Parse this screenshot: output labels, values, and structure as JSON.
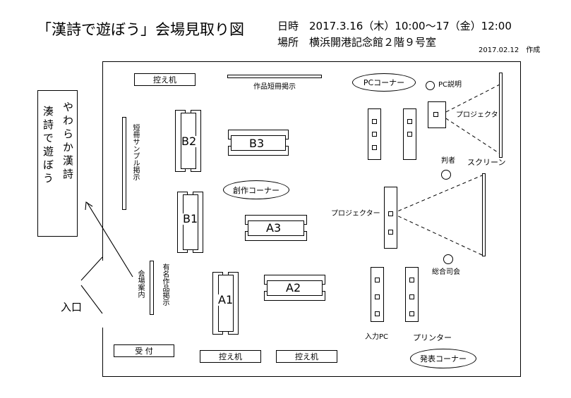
{
  "header": {
    "title": "「漢詩で遊ぼう」会場見取り図",
    "date_label": "日時",
    "date_value": "2017.3.16（木）10:00～17（金）12:00",
    "place_label": "場所",
    "place_value": "横浜開港記念館２階９号室",
    "created": "2017.02.12　作成"
  },
  "sign": {
    "line1": "やわらか漢詩",
    "line2": "湊詩で遊ぼう"
  },
  "labels": {
    "entrance": "入口",
    "reception": "受 付",
    "waiting_top": "控え机",
    "waiting_bottom_1": "控え机",
    "waiting_bottom_2": "控え机",
    "works_tanzaku": "作品短冊掲示",
    "pc_corner": "PCコーナー",
    "pc_explain": "PC説明",
    "projector_1": "プロジェクタ",
    "screen": "スクリーン",
    "judge": "判者",
    "projector_2": "プロジェクター",
    "mc": "総合司会",
    "input_pc": "入力PC",
    "printer": "プリンター",
    "presentation_corner": "発表コーナー",
    "creation_corner": "創作コーナー",
    "tanzaku_sample": "短冊サンプル掲示",
    "famous_works": "有名作品掲示",
    "venue_guide": "会場案内",
    "table_b2": "B2",
    "table_b3": "B3",
    "table_b1": "B1",
    "table_a3": "A3",
    "table_a1": "A1",
    "table_a2": "A2"
  }
}
